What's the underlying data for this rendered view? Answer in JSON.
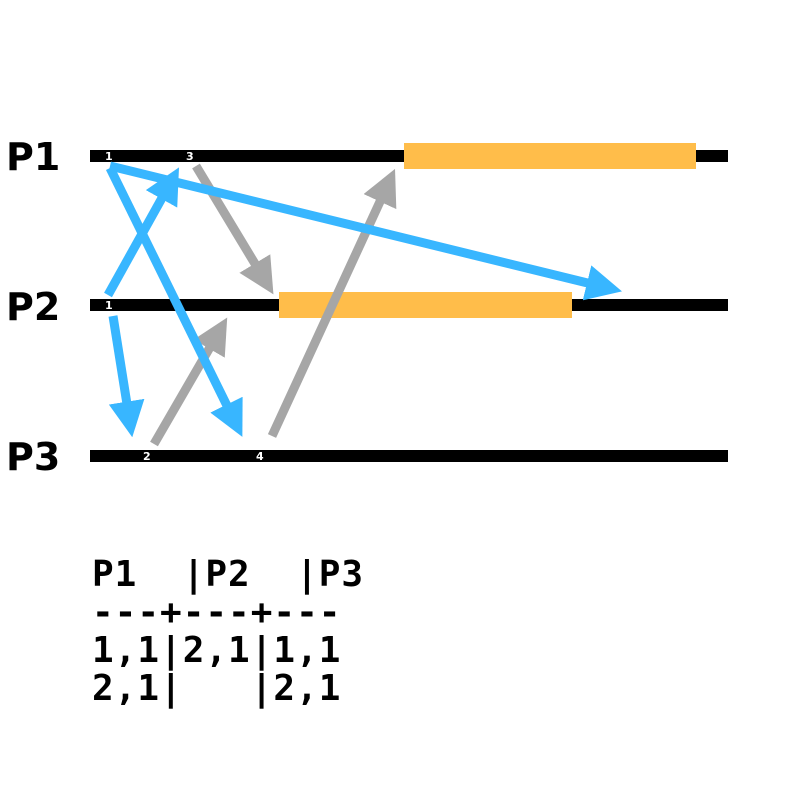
{
  "colors": {
    "timeline": "#000000",
    "message_blue": "#38b6ff",
    "message_gray": "#a6a6a6",
    "block": "#ffbd4a"
  },
  "processes": [
    {
      "label": "P1"
    },
    {
      "label": "P2"
    },
    {
      "label": "P3"
    }
  ],
  "events": [
    {
      "label": "1"
    },
    {
      "label": "3"
    },
    {
      "label": "1"
    },
    {
      "label": "2"
    },
    {
      "label": "4"
    }
  ],
  "table_lines": [
    "P1  |P2  |P3",
    "---+---+---",
    "1,1|2,1|1,1",
    "2,1|   |2,1"
  ]
}
